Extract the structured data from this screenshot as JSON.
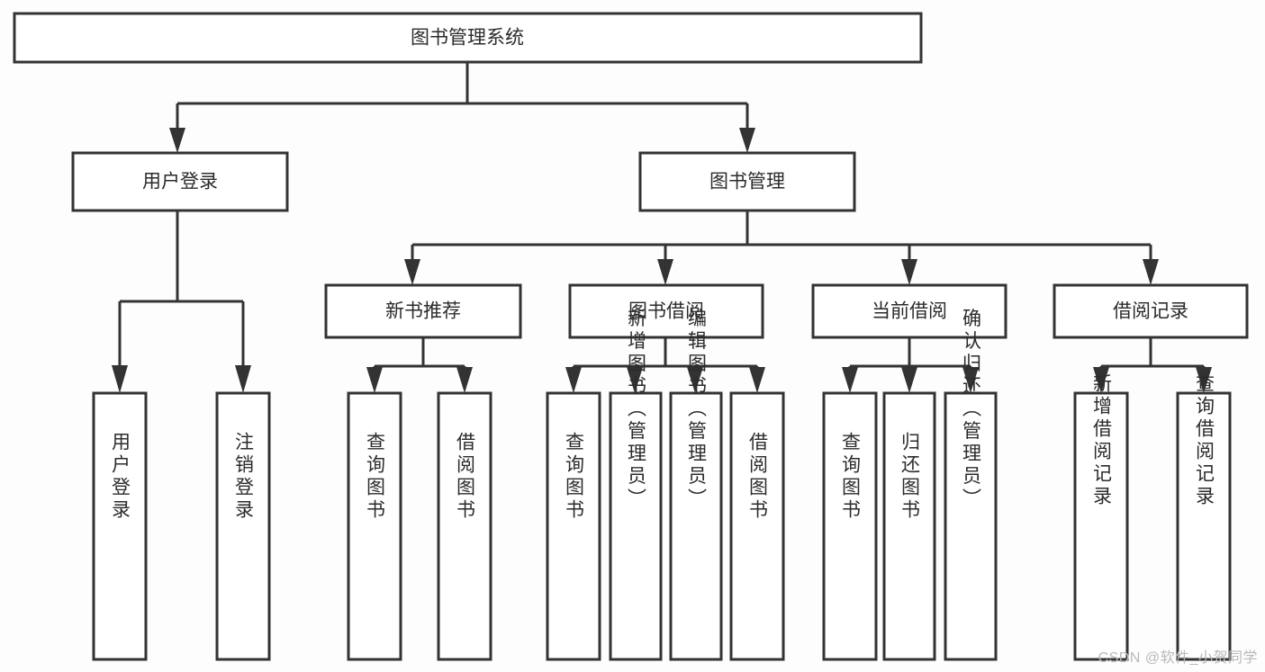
{
  "diagram": {
    "type": "tree",
    "title": "图书管理系统",
    "orientation": "top-down",
    "watermark": "CSDN @软件_小贺同学",
    "colors": {
      "box_fill": "#ffffff",
      "box_stroke": "#333333",
      "connector": "#333333",
      "text": "#2b2b2b",
      "background": "#fdfdfd",
      "watermark": "#b9b9b9"
    },
    "nodes": {
      "root": {
        "label": "图书管理系统"
      },
      "level2": [
        {
          "id": "user-login",
          "label": "用户登录"
        },
        {
          "id": "book-manage",
          "label": "图书管理"
        }
      ],
      "level3": [
        {
          "id": "new-book-recommend",
          "label": "新书推荐"
        },
        {
          "id": "book-borrow",
          "label": "图书借阅"
        },
        {
          "id": "current-borrow",
          "label": "当前借阅"
        },
        {
          "id": "borrow-record",
          "label": "借阅记录"
        }
      ],
      "leaves_user_login": [
        {
          "id": "leaf-user-login",
          "label": "用户登录"
        },
        {
          "id": "leaf-logout",
          "label": "注销登录"
        }
      ],
      "leaves_new_book_recommend": [
        {
          "id": "leaf-query-book-1",
          "label": "查询图书"
        },
        {
          "id": "leaf-borrow-book-1",
          "label": "借阅图书"
        }
      ],
      "leaves_book_borrow": [
        {
          "id": "leaf-query-book-2",
          "label": "查询图书"
        },
        {
          "id": "leaf-add-book",
          "label": "新增图书（管理员）"
        },
        {
          "id": "leaf-edit-book",
          "label": "编辑图书（管理员）"
        },
        {
          "id": "leaf-borrow-book-2",
          "label": "借阅图书"
        }
      ],
      "leaves_current_borrow": [
        {
          "id": "leaf-query-book-3",
          "label": "查询图书"
        },
        {
          "id": "leaf-return-book",
          "label": "归还图书"
        },
        {
          "id": "leaf-confirm-return",
          "label": "确认归还（管理员）"
        }
      ],
      "leaves_borrow_record": [
        {
          "id": "leaf-add-record",
          "label": "新增借阅记录"
        },
        {
          "id": "leaf-query-record",
          "label": "查询借阅记录"
        }
      ]
    }
  }
}
